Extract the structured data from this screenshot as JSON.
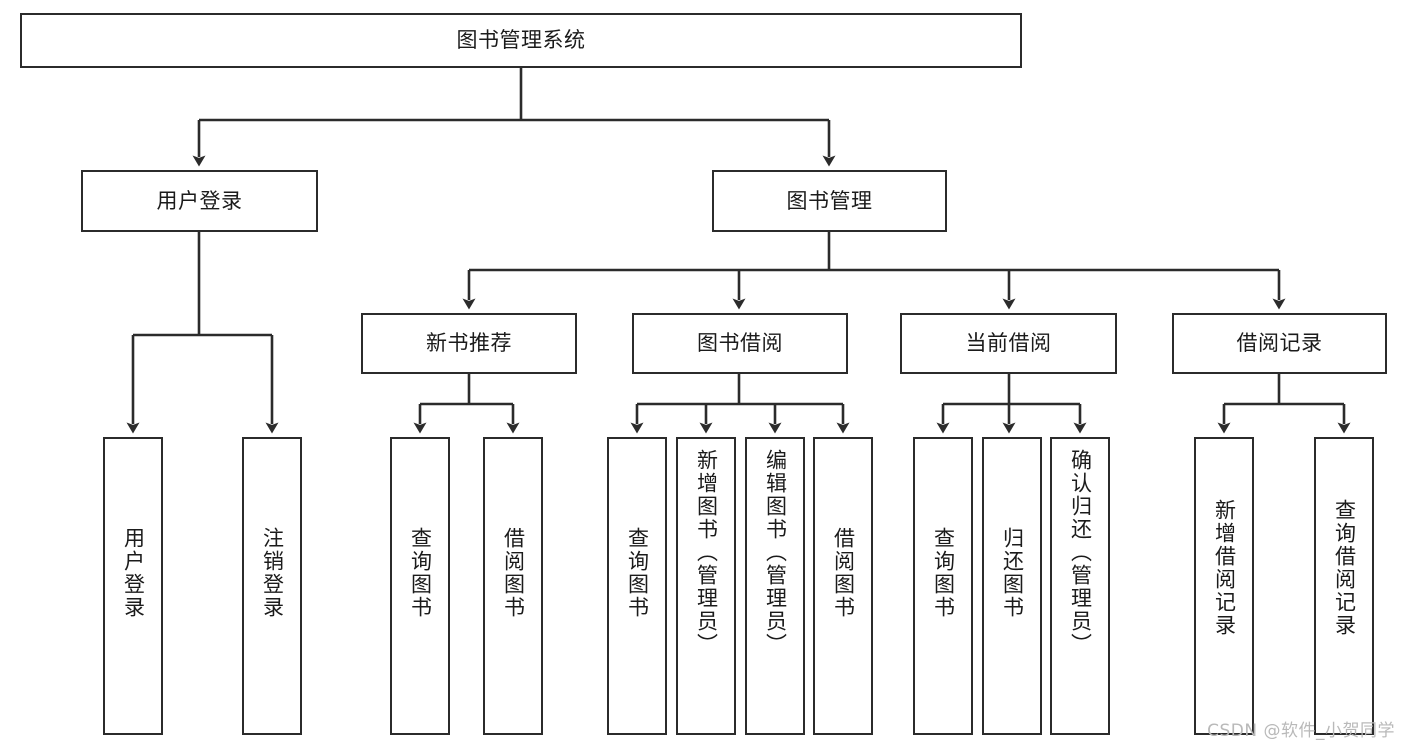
{
  "diagram": {
    "type": "tree",
    "title": "图书管理系统",
    "root": {
      "label": "图书管理系统"
    },
    "level1": [
      {
        "label": "用户登录"
      },
      {
        "label": "图书管理"
      }
    ],
    "level2": [
      {
        "label": "新书推荐"
      },
      {
        "label": "图书借阅"
      },
      {
        "label": "当前借阅"
      },
      {
        "label": "借阅记录"
      }
    ],
    "leaves": {
      "user_login": [
        {
          "label": "用户登录"
        },
        {
          "label": "注销登录"
        }
      ],
      "new_book_recommend": [
        {
          "label": "查询图书"
        },
        {
          "label": "借阅图书"
        }
      ],
      "book_borrow": [
        {
          "label": "查询图书"
        },
        {
          "label": "新增图书（管理员）"
        },
        {
          "label": "编辑图书（管理员）"
        },
        {
          "label": "借阅图书"
        }
      ],
      "current_borrow": [
        {
          "label": "查询图书"
        },
        {
          "label": "归还图书"
        },
        {
          "label": "确认归还（管理员）"
        }
      ],
      "borrow_record": [
        {
          "label": "新增借阅记录"
        },
        {
          "label": "查询借阅记录"
        }
      ]
    }
  },
  "watermark": {
    "text": "CSDN @软件_小贺同学"
  },
  "colors": {
    "border": "#2b2b2b",
    "background": "#ffffff",
    "text": "#1b1b1b",
    "watermark": "#b9b9b9"
  }
}
